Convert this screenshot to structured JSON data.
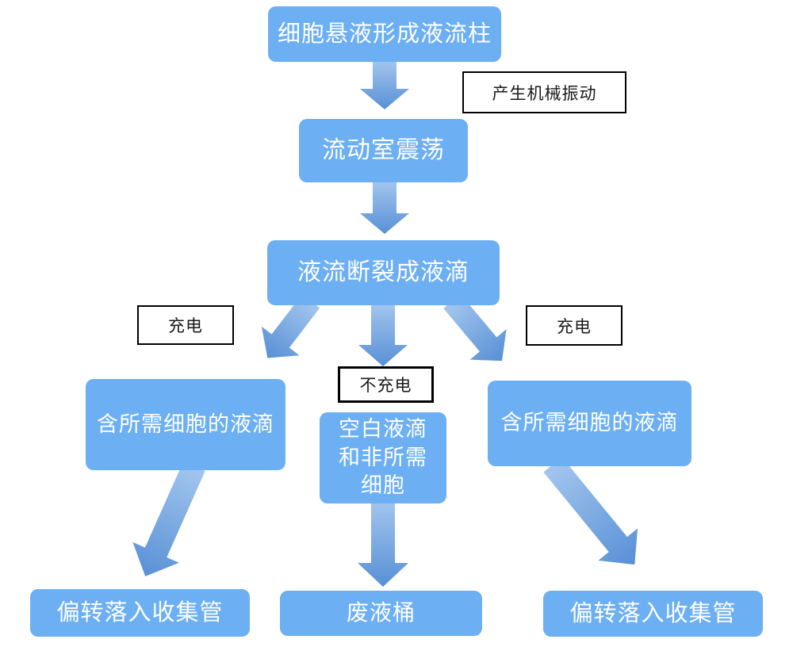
{
  "flow": {
    "step1": "细胞悬液形成液流柱",
    "step2": "流动室震荡",
    "step3": "液流断裂成液滴",
    "left_droplet": "含所需细胞的液滴",
    "middle_droplet": "空白液滴\n和非所需\n细胞",
    "right_droplet": "含所需细胞的液滴",
    "left_outcome": "偏转落入收集管",
    "middle_outcome": "废液桶",
    "right_outcome": "偏转落入收集管"
  },
  "labels": {
    "vibration": "产生机械振动",
    "charge_left": "充电",
    "no_charge": "不充电",
    "charge_right": "充电"
  },
  "colors": {
    "node_fill": "#6CAFF2",
    "node_text": "#FFFFFF",
    "arrow_gradient_start": "#A3C6EE",
    "arrow_gradient_end": "#5890D6",
    "annotation_border": "#000000",
    "annotation_text": "#1A1A1A",
    "background": "#FFFFFF"
  }
}
